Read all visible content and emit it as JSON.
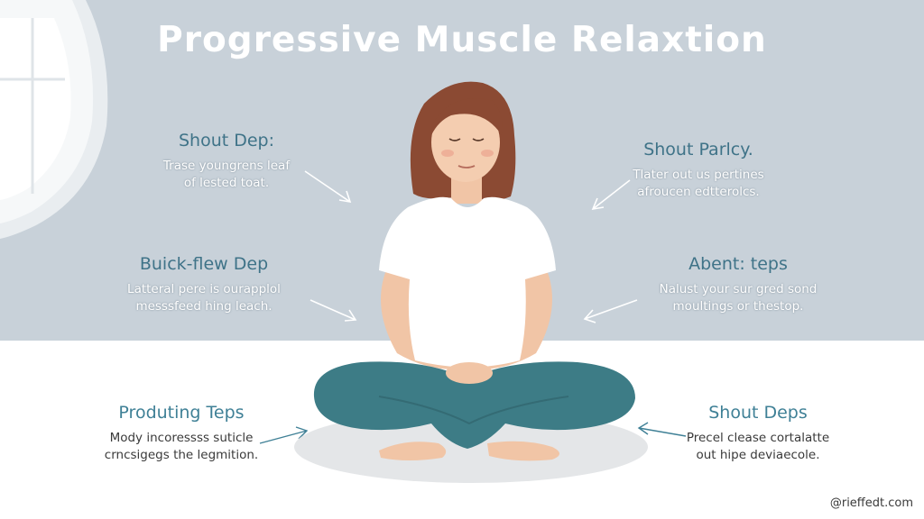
{
  "title": "Progressive Muscle Relaxtion",
  "tips": [
    {
      "heading": "Shout Dep:",
      "lines": [
        "Trase youngrens leaf",
        "of lested toat."
      ]
    },
    {
      "heading": "Shout Parlcy.",
      "lines": [
        "Tlater out us pertines",
        "afroucen edtterolcs."
      ]
    },
    {
      "heading": "Buick-flew Dep",
      "lines": [
        "Latteral pere is ourapplol",
        "messsfeed hing leach."
      ]
    },
    {
      "heading": "Abent: teps",
      "lines": [
        "Nalust your sur gred sond",
        "moultings or thestop."
      ]
    },
    {
      "heading": "Produting Teps",
      "lines": [
        "Mody incoressss suticle",
        "crncsigegs the legmition."
      ]
    },
    {
      "heading": "Shout Deps",
      "lines": [
        "Precel clease cortalatte",
        "out hipe deviaecole."
      ]
    }
  ],
  "credit": "@rieffedt.com",
  "colors": {
    "wall": "#c8d1d9",
    "floor": "#ffffff",
    "heading_teal": "#3f7388",
    "pants": "#3d7c86",
    "shirt": "#ffffff",
    "hair": "#8b4a33",
    "skin": "#f1c5a6"
  }
}
